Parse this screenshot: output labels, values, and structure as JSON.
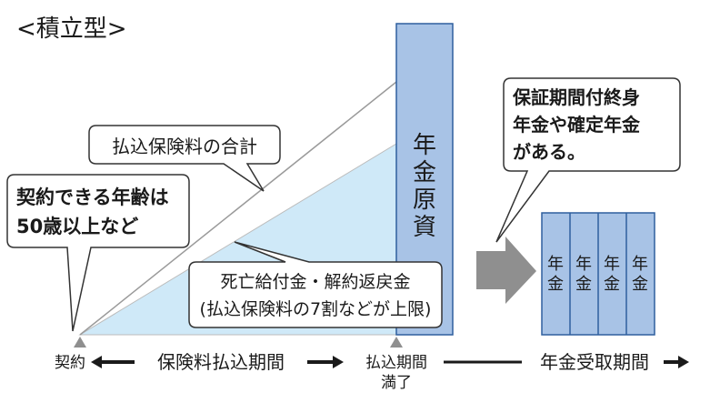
{
  "title": "<積立型>",
  "bubbles": {
    "premium_total": "払込保険料の合計",
    "contract_age": [
      "契約できる年齢は",
      "50歳以上など"
    ],
    "death_benefit": [
      "死亡給付金・解約返戻金",
      "(払込保険料の7割などが上限)"
    ],
    "pension_types": [
      "保証期間付終身",
      "年金や確定年金",
      "がある。"
    ]
  },
  "pension_fund_label": [
    "年",
    "金",
    "原",
    "資"
  ],
  "pension_block_label": [
    "年",
    "金"
  ],
  "timeline": {
    "contract": "契約",
    "payment_period": "保険料払込期間",
    "payment_end": [
      "払込期間",
      "満了"
    ],
    "receiving_period": "年金受取期間"
  },
  "colors": {
    "fund_fill": "#a8c3e6",
    "fund_stroke": "#2f5f9e",
    "light_fill": "#cfe9f8",
    "arrow_gray": "#8f8f8f"
  }
}
